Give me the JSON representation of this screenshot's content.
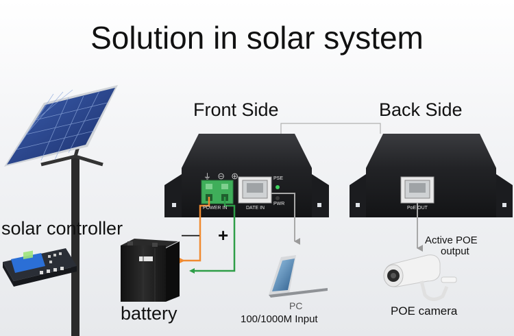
{
  "title": "Solution in solar system",
  "front_side_label": "Front Side",
  "back_side_label": "Back Side",
  "solar_controller_label": "solar controller",
  "battery_label": "battery",
  "polarity": {
    "minus": "—",
    "plus": "+"
  },
  "device_front": {
    "power_in": "POWER IN",
    "date_in": "DATE IN",
    "pse": "PSE",
    "pwr": "PWR",
    "terminal_symbols": [
      "⏚",
      "⊖",
      "⊕"
    ]
  },
  "device_back": {
    "poe_out": "PoE OUT"
  },
  "pc_label": "PC",
  "pc_input_label": "100/1000M Input",
  "active_poe_label": "Active POE",
  "output_label": "output",
  "poe_camera_label": "POE camera",
  "colors": {
    "negative_wire": "#f08a30",
    "positive_wire": "#2e9e48",
    "data_cable": "#a8a8a8",
    "device_body": "#1e1f22",
    "terminal_block": "#3fae5a"
  }
}
